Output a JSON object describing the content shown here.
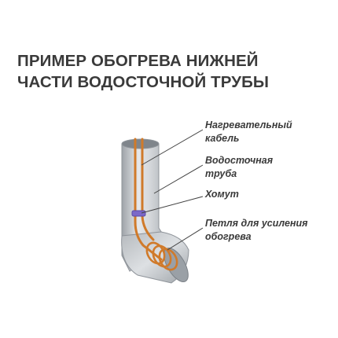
{
  "title": {
    "line1": "ПРИМЕР ОБОГРЕВА НИЖНЕЙ",
    "line2": "ЧАСТИ ВОДОСТОЧНОЙ ТРУБЫ"
  },
  "labels": {
    "cable": {
      "line1": "Нагревательный",
      "line2": "кабель"
    },
    "pipe": {
      "line1": "Водосточная",
      "line2": "труба"
    },
    "clamp": {
      "line1": "Хомут"
    },
    "loop": {
      "line1": "Петля для усиления",
      "line2": "обогрева"
    }
  },
  "colors": {
    "text": "#3a3a3a",
    "cable": "#d07a2a",
    "pipe_light": "#dfe2e5",
    "pipe_dark": "#9ea3a8",
    "clamp": "#7b68c8",
    "leader": "#444444"
  }
}
